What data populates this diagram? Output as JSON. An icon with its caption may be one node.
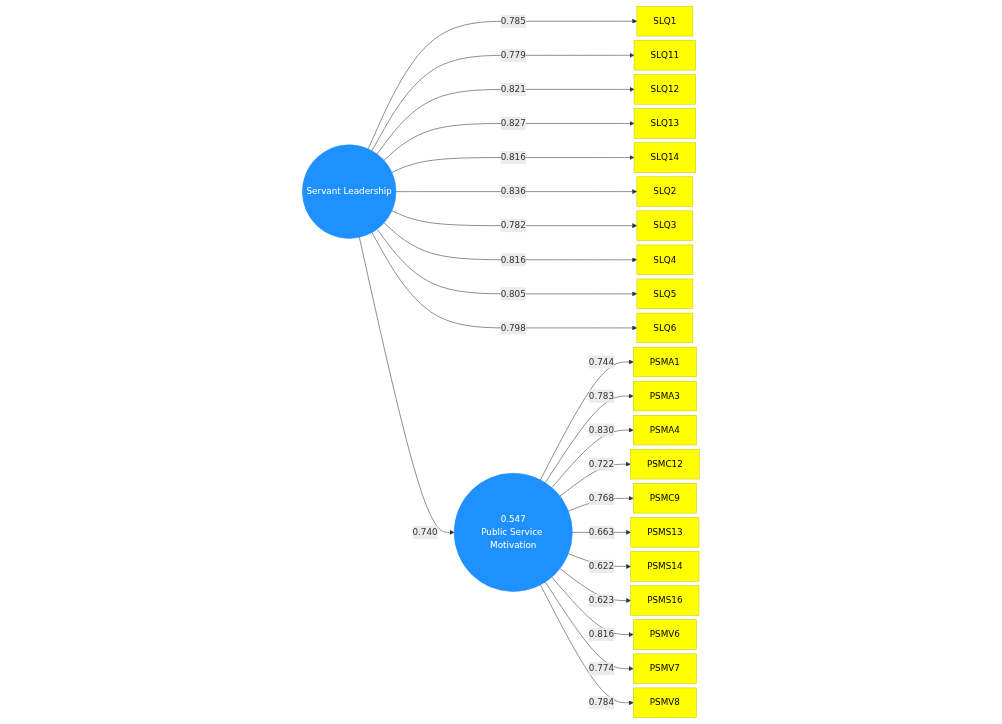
{
  "diagram": {
    "nodes": [
      {
        "text": [
          "SLQ1"
        ]
      },
      {
        "text": [
          "SLQ11"
        ]
      },
      {
        "text": [
          "SLQ12"
        ]
      },
      {
        "text": [
          "SLQ13"
        ]
      },
      {
        "text": [
          "SLQ14"
        ]
      },
      {
        "text": [
          "SLQ2"
        ]
      },
      {
        "text": [
          "SLQ3"
        ]
      },
      {
        "text": [
          "SLQ4"
        ]
      },
      {
        "text": [
          "SLQ5"
        ]
      },
      {
        "text": [
          "SLQ6"
        ]
      },
      {
        "text": [
          "Servant Leadership"
        ]
      },
      {
        "text": [
          "0.547",
          "Public Service Motivation"
        ]
      },
      {
        "text": [
          "PSMA1"
        ]
      },
      {
        "text": [
          "PSMA3"
        ]
      },
      {
        "text": [
          "PSMA4"
        ]
      },
      {
        "text": [
          "PSMC12"
        ]
      },
      {
        "text": [
          "PSMC9"
        ]
      },
      {
        "text": [
          "PSMS13"
        ]
      },
      {
        "text": [
          "PSMS14"
        ]
      },
      {
        "text": [
          "PSMS16"
        ]
      },
      {
        "text": [
          "PSMV6"
        ]
      },
      {
        "text": [
          "PSMV7"
        ]
      },
      {
        "text": [
          "PSMV8"
        ]
      }
    ],
    "edges": [
      {
        "from": 10,
        "to": 0,
        "arrow": "to",
        "label": "0.785"
      },
      {
        "from": 10,
        "to": 1,
        "arrow": "to",
        "label": "0.779"
      },
      {
        "from": 10,
        "to": 2,
        "arrow": "to",
        "label": "0.821"
      },
      {
        "from": 10,
        "to": 3,
        "arrow": "to",
        "label": "0.827"
      },
      {
        "from": 10,
        "to": 4,
        "arrow": "to",
        "label": "0.816"
      },
      {
        "from": 10,
        "to": 5,
        "arrow": "to",
        "label": "0.836"
      },
      {
        "from": 10,
        "to": 6,
        "arrow": "to",
        "label": "0.782"
      },
      {
        "from": 10,
        "to": 7,
        "arrow": "to",
        "label": "0.816"
      },
      {
        "from": 10,
        "to": 8,
        "arrow": "to",
        "label": "0.805"
      },
      {
        "from": 10,
        "to": 9,
        "arrow": "to",
        "label": "0.798"
      },
      {
        "from": 10,
        "to": 11,
        "arrow": "to",
        "label": "0.740"
      },
      {
        "from": 11,
        "to": 12,
        "arrow": "to",
        "label": "0.744"
      },
      {
        "from": 11,
        "to": 13,
        "arrow": "to",
        "label": "0.783"
      },
      {
        "from": 11,
        "to": 14,
        "arrow": "to",
        "label": "0.830"
      },
      {
        "from": 11,
        "to": 15,
        "arrow": "to",
        "label": "0.722"
      },
      {
        "from": 11,
        "to": 16,
        "arrow": "to",
        "label": "0.768"
      },
      {
        "from": 11,
        "to": 17,
        "arrow": "to",
        "label": "0.663"
      },
      {
        "from": 11,
        "to": 18,
        "arrow": "to",
        "label": "0.622"
      },
      {
        "from": 11,
        "to": 19,
        "arrow": "to",
        "label": "0.623"
      },
      {
        "from": 11,
        "to": 20,
        "arrow": "to",
        "label": "0.816"
      },
      {
        "from": 11,
        "to": 21,
        "arrow": "to",
        "label": "0.774"
      },
      {
        "from": 11,
        "to": 22,
        "arrow": "to",
        "label": "0.784"
      }
    ]
  }
}
